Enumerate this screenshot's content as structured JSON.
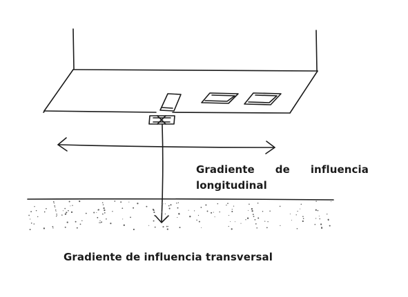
{
  "labels": {
    "longitudinal": {
      "words_line1": [
        "Gradiente",
        "de",
        "influencia"
      ],
      "line2": "longitudinal"
    },
    "transversal": "Gradiente de influencia transversal"
  }
}
